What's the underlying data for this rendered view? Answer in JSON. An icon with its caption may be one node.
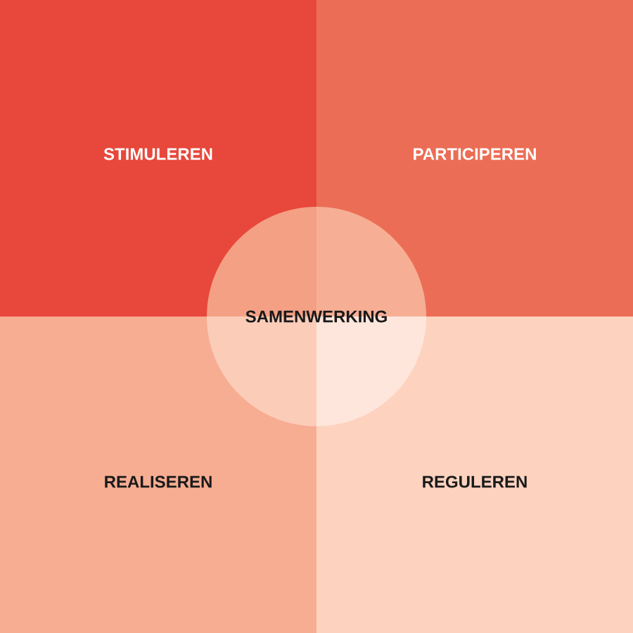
{
  "diagram": {
    "nodes": [
      {
        "text": [
          "STIMULEREN"
        ]
      },
      {
        "text": [
          "PARTICIPEREN"
        ]
      },
      {
        "text": [
          "REALISEREN"
        ]
      },
      {
        "text": [
          "REGULEREN"
        ]
      },
      {
        "text": [
          "SAMENWERKING"
        ]
      }
    ]
  }
}
